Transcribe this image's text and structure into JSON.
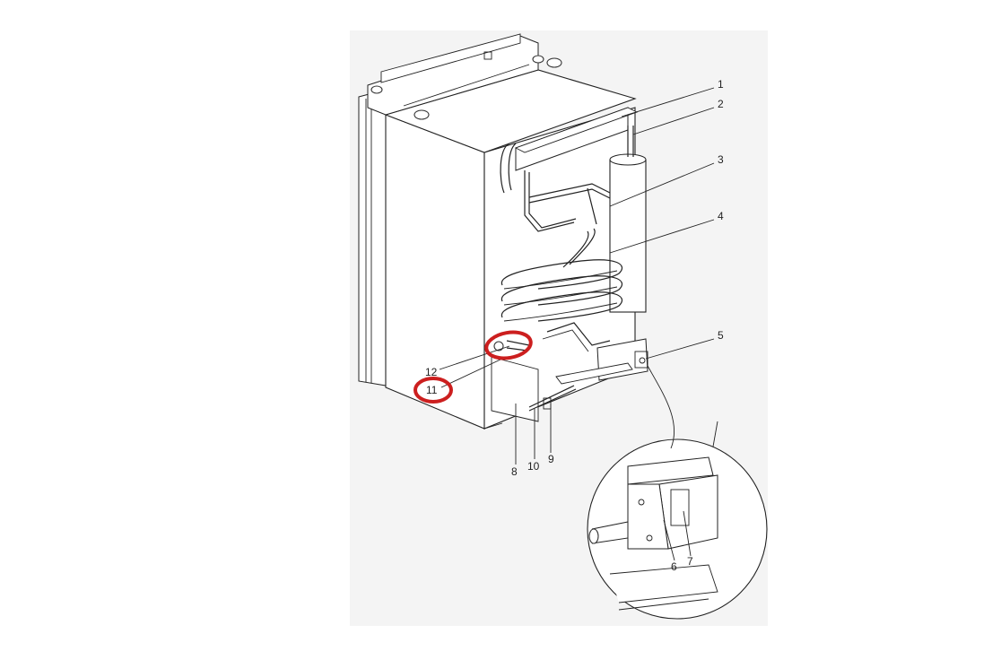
{
  "diagram": {
    "callouts": [
      {
        "id": "c1",
        "text": "1"
      },
      {
        "id": "c2",
        "text": "2"
      },
      {
        "id": "c3",
        "text": "3"
      },
      {
        "id": "c4",
        "text": "4"
      },
      {
        "id": "c5",
        "text": "5"
      },
      {
        "id": "c6",
        "text": "6"
      },
      {
        "id": "c7",
        "text": "7"
      },
      {
        "id": "c8",
        "text": "8"
      },
      {
        "id": "c9",
        "text": "9"
      },
      {
        "id": "c10",
        "text": "10"
      },
      {
        "id": "c11",
        "text": "11"
      },
      {
        "id": "c12",
        "text": "12"
      }
    ],
    "highlight_color": "#cc1f1f",
    "highlighted_callouts": [
      "11",
      "12"
    ]
  }
}
